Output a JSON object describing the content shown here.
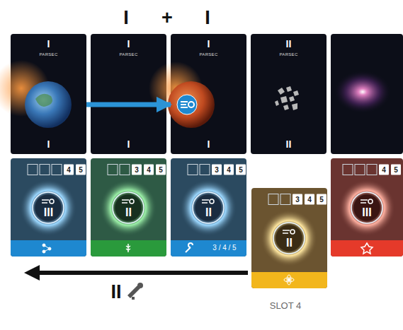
{
  "diagram": {
    "nodes": [
      {
        "text": [
          "I",
          "PARSEC",
          "I"
        ]
      },
      {
        "text": [
          "I",
          "PARSEC",
          "I"
        ]
      },
      {
        "text": [
          "I",
          "PARSEC",
          "I"
        ]
      },
      {
        "text": [
          "II",
          "PARSEC",
          "II"
        ]
      },
      {
        "text": [
          "4",
          "5",
          "III"
        ]
      },
      {
        "text": [
          "3",
          "4",
          "5",
          "II"
        ]
      },
      {
        "text": [
          "3",
          "4",
          "5",
          "II",
          "3 / 4 / 5"
        ]
      },
      {
        "text": [
          "3",
          "4",
          "5",
          "II"
        ]
      },
      {
        "text": [
          "4",
          "5",
          "III"
        ]
      }
    ],
    "edges": [
      {
        "from": 0,
        "to": 2,
        "arrow": "to"
      }
    ],
    "labels": [
      "I",
      "+",
      "I",
      "II",
      "SLOT 4"
    ]
  }
}
